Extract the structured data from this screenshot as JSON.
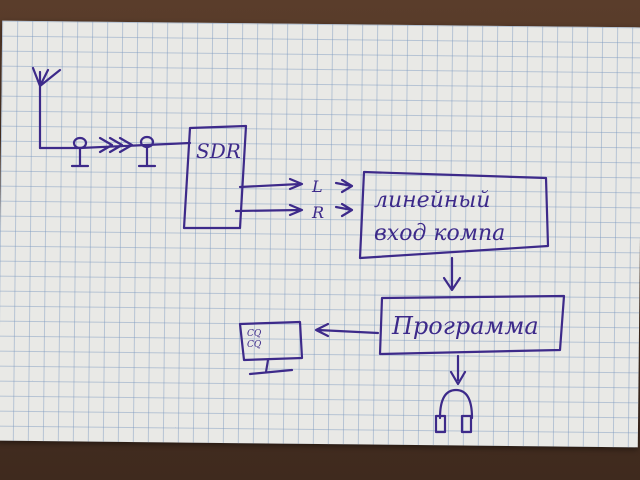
{
  "diagram": {
    "sdr_label": "SDR",
    "channel_left": "L",
    "channel_right": "R",
    "line_in_line1": "линейный",
    "line_in_line2": "вход компа",
    "program_label": "Программа",
    "monitor_text_line1": "CQ",
    "monitor_text_line2": "CQ"
  },
  "colors": {
    "ink": "#3d2a8a",
    "paper": "#e9e9e6",
    "grid": "#7896be",
    "table": "#4a3324"
  }
}
